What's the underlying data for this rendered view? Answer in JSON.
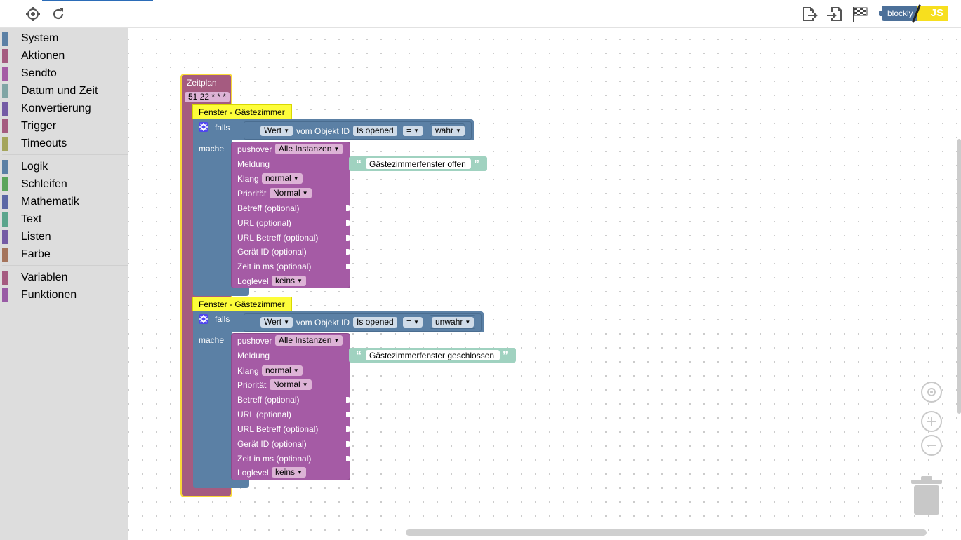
{
  "toolbar": {
    "locate_icon": "crosshair-icon",
    "refresh_icon": "refresh-icon",
    "export_icon": "export-icon",
    "import_icon": "import-icon",
    "flag_icon": "checkered-flag-icon",
    "brand_left": "blockly",
    "brand_right": "JS"
  },
  "toolbox": {
    "group1": [
      {
        "label": "System",
        "color": "#5b80a5"
      },
      {
        "label": "Aktionen",
        "color": "#a55b80"
      },
      {
        "label": "Sendto",
        "color": "#a55ba5"
      },
      {
        "label": "Datum und Zeit",
        "color": "#80a5a5"
      },
      {
        "label": "Konvertierung",
        "color": "#745ba5"
      },
      {
        "label": "Trigger",
        "color": "#a55b80"
      },
      {
        "label": "Timeouts",
        "color": "#a5a55b"
      }
    ],
    "group2": [
      {
        "label": "Logik",
        "color": "#5b80a5"
      },
      {
        "label": "Schleifen",
        "color": "#5ba55b"
      },
      {
        "label": "Mathematik",
        "color": "#5b67a5"
      },
      {
        "label": "Text",
        "color": "#5ba58c"
      },
      {
        "label": "Listen",
        "color": "#745ba5"
      },
      {
        "label": "Farbe",
        "color": "#a5745b"
      }
    ],
    "group3": [
      {
        "label": "Variablen",
        "color": "#a55b80"
      },
      {
        "label": "Funktionen",
        "color": "#995ba5"
      }
    ]
  },
  "schedule": {
    "title": "Zeitplan",
    "cron": "51 22 * * *"
  },
  "blocks": [
    {
      "comment": "Fenster - Gästezimmer",
      "if_label": "falls",
      "do_label": "mache",
      "wert": "Wert",
      "object_label": "vom Objekt ID",
      "object_id": "Is opened",
      "op": "=",
      "value": "wahr",
      "pushover": "pushover",
      "instances": "Alle Instanzen",
      "meldung": "Meldung",
      "message": "Gästezimmerfenster offen",
      "klang": "Klang",
      "klang_value": "normal",
      "prio": "Priorität",
      "prio_value": "Normal",
      "betreff": "Betreff (optional)",
      "url": "URL (optional)",
      "url_betreff": "URL Betreff (optional)",
      "geraet": "Gerät ID (optional)",
      "zeit": "Zeit in ms (optional)",
      "loglevel": "Loglevel",
      "loglevel_value": "keins"
    },
    {
      "comment": "Fenster - Gästezimmer",
      "if_label": "falls",
      "do_label": "mache",
      "wert": "Wert",
      "object_label": "vom Objekt ID",
      "object_id": "Is opened",
      "op": "=",
      "value": "unwahr",
      "pushover": "pushover",
      "instances": "Alle Instanzen",
      "meldung": "Meldung",
      "message": "Gästezimmerfenster geschlossen",
      "klang": "Klang",
      "klang_value": "normal",
      "prio": "Priorität",
      "prio_value": "Normal",
      "betreff": "Betreff (optional)",
      "url": "URL (optional)",
      "url_betreff": "URL Betreff (optional)",
      "geraet": "Gerät ID (optional)",
      "zeit": "Zeit in ms (optional)",
      "loglevel": "Loglevel",
      "loglevel_value": "keins"
    }
  ],
  "colors": {
    "schedule": "#a55b80",
    "logic": "#5b80a5",
    "pushover": "#a55ba5",
    "text": "#5ba58c",
    "highlight": "#f8d838",
    "comment": "#fdfd3a"
  },
  "workspace": {
    "recenter_icon": "crosshair-icon",
    "zoom_in_icon": "plus-circle-icon",
    "zoom_out_icon": "minus-circle-icon",
    "trash_icon": "trash-icon"
  }
}
